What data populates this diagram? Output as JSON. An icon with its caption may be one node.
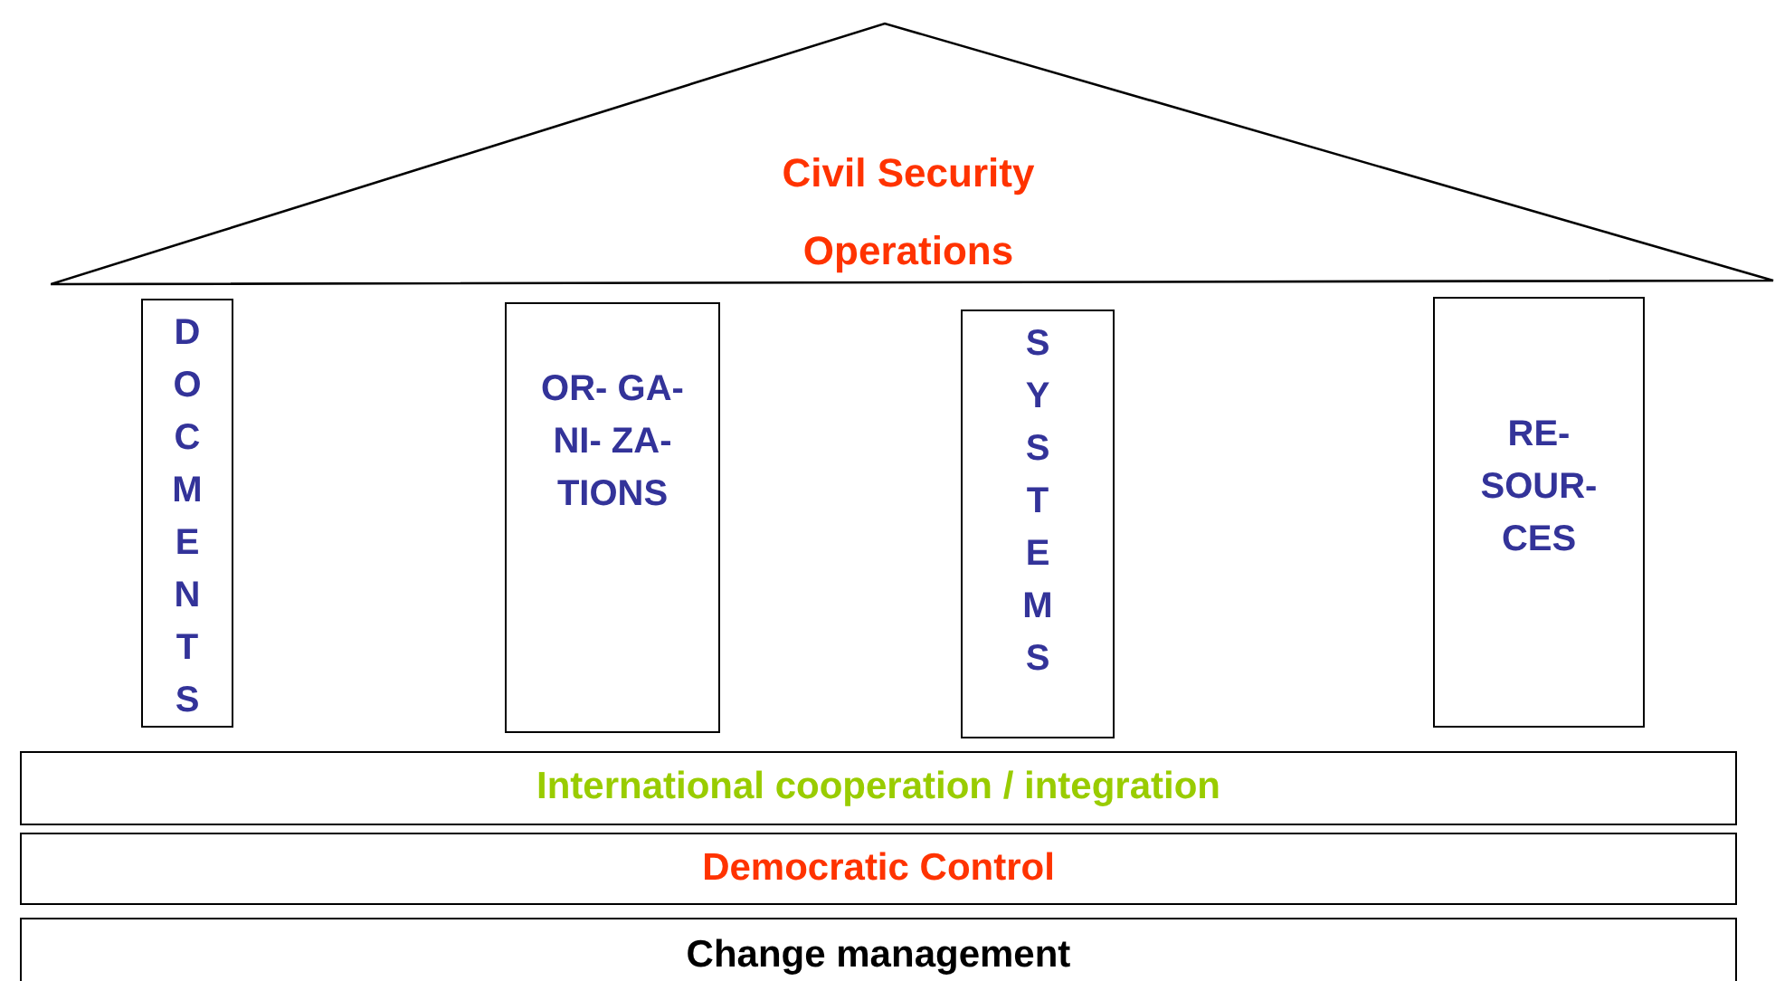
{
  "diagram": {
    "nodes": [
      {
        "text": [
          "Civil Security Operations"
        ]
      },
      {
        "text": [
          "DOCMENTS"
        ]
      },
      {
        "text": [
          "OR- GA- NI- ZA- TIONS"
        ]
      },
      {
        "text": [
          "SYSTEMS"
        ]
      },
      {
        "text": [
          "RE- SOUR- CES"
        ]
      },
      {
        "text": [
          "International cooperation / integration"
        ]
      },
      {
        "text": [
          "Democratic Control"
        ]
      },
      {
        "text": [
          "Change management"
        ]
      }
    ]
  }
}
